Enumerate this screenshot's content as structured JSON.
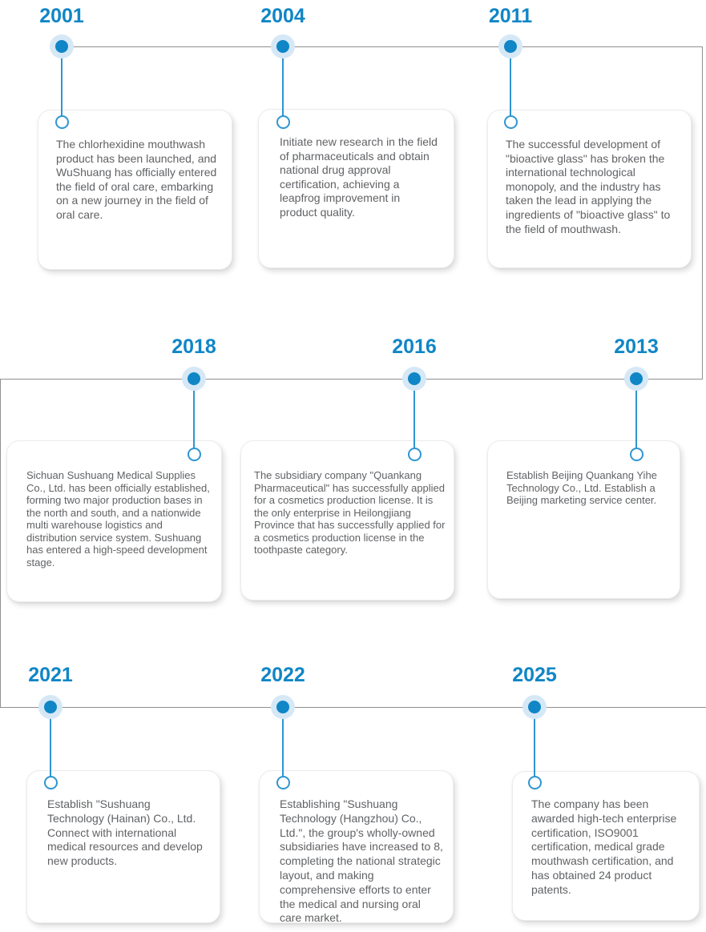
{
  "colors": {
    "accent_blue": "#1086C6",
    "dot_halo_blue": "#D6E8F6",
    "connector_blue": "#2E96D2",
    "timeline_gray": "#909090",
    "card_text_gray": "#606265",
    "card_background": "#FFFFFF"
  },
  "timeline": {
    "rows": [
      {
        "items": [
          {
            "year": "2001",
            "text": "The chlorhexidine mouthwash product has been launched, and WuShuang has officially entered the field of oral care, embarking on a new journey in the field of oral care."
          },
          {
            "year": "2004",
            "text": "Initiate new research in the field of pharmaceuticals and obtain national drug approval certification, achieving a leapfrog improvement in product quality."
          },
          {
            "year": "2011",
            "text": "The successful development of \"bioactive glass\" has broken the international technological monopoly, and the industry has taken the lead in applying the ingredients of \"bioactive glass\" to the field of mouthwash."
          }
        ]
      },
      {
        "items": [
          {
            "year": "2018",
            "text": "Sichuan Sushuang Medical Supplies Co., Ltd. has been officially established, forming two major production bases in the north and south, and a nationwide multi warehouse logistics and distribution service system. Sushuang has entered a high-speed development stage."
          },
          {
            "year": "2016",
            "text": "The subsidiary company \"Quankang Pharmaceutical\" has successfully applied for a cosmetics production license. It is the only enterprise in Heilongjiang Province that has successfully applied for a cosmetics production license in the toothpaste category."
          },
          {
            "year": "2013",
            "text": "Establish Beijing Quankang Yihe Technology Co., Ltd. Establish a Beijing marketing service center."
          }
        ]
      },
      {
        "items": [
          {
            "year": "2021",
            "text": "Establish \"Sushuang Technology (Hainan) Co., Ltd. Connect with international medical resources and develop new products."
          },
          {
            "year": "2022",
            "text": "Establishing \"Sushuang Technology (Hangzhou) Co., Ltd.\", the group's wholly-owned subsidiaries have increased to 8, completing the national strategic layout, and making comprehensive efforts to enter the medical and nursing oral care market."
          },
          {
            "year": "2025",
            "text": "The company has been awarded high-tech enterprise certification, ISO9001 certification, medical grade mouthwash certification, and has obtained 24 product patents."
          }
        ]
      }
    ]
  }
}
